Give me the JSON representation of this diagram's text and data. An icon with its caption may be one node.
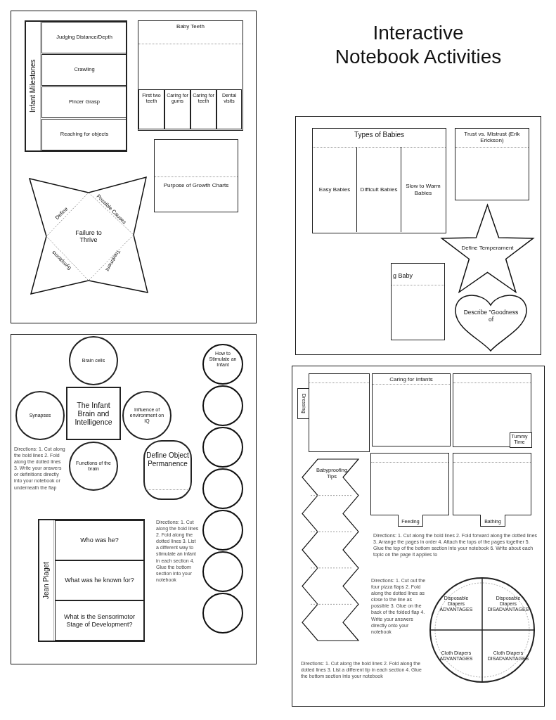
{
  "diagram": {
    "title": "Interactive Notebook Activities",
    "nodes": [
      {
        "text": [],
        "shape": "box"
      },
      {
        "text": [
          "Infant Milestones"
        ],
        "in": 0
      },
      {
        "text": [
          "Judging Distance/Depth"
        ],
        "in": 1
      },
      {
        "text": [
          "Crawling"
        ],
        "in": 1
      },
      {
        "text": [
          "Pincer Grasp"
        ],
        "in": 1
      },
      {
        "text": [
          "Reaching for objects"
        ],
        "in": 1
      },
      {
        "text": [
          "Baby Teeth"
        ],
        "in": 0
      },
      {
        "text": [
          "First two teeth"
        ],
        "in": 6
      },
      {
        "text": [
          "Caring for gums"
        ],
        "in": 6
      },
      {
        "text": [
          "Caring for teeth"
        ],
        "in": 6
      },
      {
        "text": [
          "Dental visits"
        ],
        "in": 6
      },
      {
        "text": [
          "Purpose of Growth Charts"
        ],
        "in": 0
      },
      {
        "text": [
          "Define",
          "Possible Causes",
          "Failure to Thrive",
          "Symptoms",
          "Treatment"
        ],
        "in": 0
      },
      {
        "text": [],
        "shape": "box"
      },
      {
        "text": [
          "Types of Babies"
        ],
        "in": 13
      },
      {
        "text": [
          "Easy Babies"
        ],
        "in": 14
      },
      {
        "text": [
          "Difficult Babies"
        ],
        "in": 14
      },
      {
        "text": [
          "Slow to Warm Babies"
        ],
        "in": 14
      },
      {
        "text": [
          "Trust vs. Mistrust (Erik Erickson)"
        ],
        "in": 13
      },
      {
        "text": [
          "Define Temperament"
        ],
        "in": 13
      },
      {
        "text": [
          "g Baby"
        ],
        "in": 13
      },
      {
        "text": [
          "Describe \"Goodness of"
        ],
        "in": 13
      },
      {
        "text": [],
        "shape": "box"
      },
      {
        "text": [
          "The Infant Brain and Intelligence"
        ],
        "in": 22
      },
      {
        "text": [
          "Brain cells"
        ],
        "in": 22
      },
      {
        "text": [
          "Synapses"
        ],
        "in": 22
      },
      {
        "text": [
          "Influence of environment on IQ"
        ],
        "in": 22
      },
      {
        "text": [
          "Functions of the brain"
        ],
        "in": 22
      },
      {
        "text": [
          "Define Object Permanence"
        ],
        "in": 22
      },
      {
        "text": [
          "How to Stimulate an Infant"
        ],
        "in": 22
      },
      {
        "text": [],
        "shape": "circle",
        "in": 22
      },
      {
        "text": [],
        "shape": "circle",
        "in": 22
      },
      {
        "text": [],
        "shape": "circle",
        "in": 22
      },
      {
        "text": [],
        "shape": "circle",
        "in": 22
      },
      {
        "text": [],
        "shape": "circle",
        "in": 22
      },
      {
        "text": [],
        "shape": "circle",
        "in": 22
      },
      {
        "text": [
          "Jean Piaget"
        ],
        "in": 22
      },
      {
        "text": [
          "Who was he?"
        ],
        "in": 36
      },
      {
        "text": [
          "What was he known for?"
        ],
        "in": 36
      },
      {
        "text": [
          "What is the Sensorimotor Stage of Development?"
        ],
        "in": 36
      },
      {
        "text": [],
        "shape": "box"
      },
      {
        "text": [
          "Dressing"
        ],
        "in": 40
      },
      {
        "text": [
          "Caring for Infants"
        ],
        "in": 40
      },
      {
        "text": [
          "Tummy Time"
        ],
        "in": 40
      },
      {
        "text": [
          "Feeding"
        ],
        "in": 40
      },
      {
        "text": [
          "Bathing"
        ],
        "in": 40
      },
      {
        "text": [
          "Babyproofing Tips"
        ],
        "in": 40
      },
      {
        "text": [],
        "shape": "circle",
        "in": 40
      },
      {
        "text": [
          "Disposable Diapers ADVANTAGES"
        ],
        "in": 47
      },
      {
        "text": [
          "Disposable Diapers DISADVANTAGES"
        ],
        "in": 47
      },
      {
        "text": [
          "Cloth Diapers ADVANTAGES"
        ],
        "in": 47
      },
      {
        "text": [
          "Cloth Diapers DISADVANTAGES"
        ],
        "in": 47
      }
    ],
    "edges": [],
    "labels": [
      "Directions: 1. Cut along the bold lines 2. Fold along the dotted lines 3. Write your answers or definitions directly into your notebook or underneath the flap",
      "Directions: 1. Cut along the bold lines 2. Fold along the dotted lines 3. List a different way to stimulate an infant in each section 4. Glue the bottom section into your notebook",
      "Directions: 1. Cut along the bold lines 2. Fold forward along the dotted lines 3. Arrange the pages in order 4. Attach the tops of the pages together 5. Glue the top of the bottom section into your notebook 6. Write about each topic on the page it applies to",
      "Directions: 1. Cut out the four pizza flaps 2. Fold along the dotted lines as close to the line as possible 3. Glue on the back of the folded flap 4. Write your answers directly onto your notebook",
      "Directions: 1. Cut along the bold lines 2. Fold along the dotted lines 3. List a different tip in each section 4. Glue the bottom section into your notebook"
    ]
  }
}
